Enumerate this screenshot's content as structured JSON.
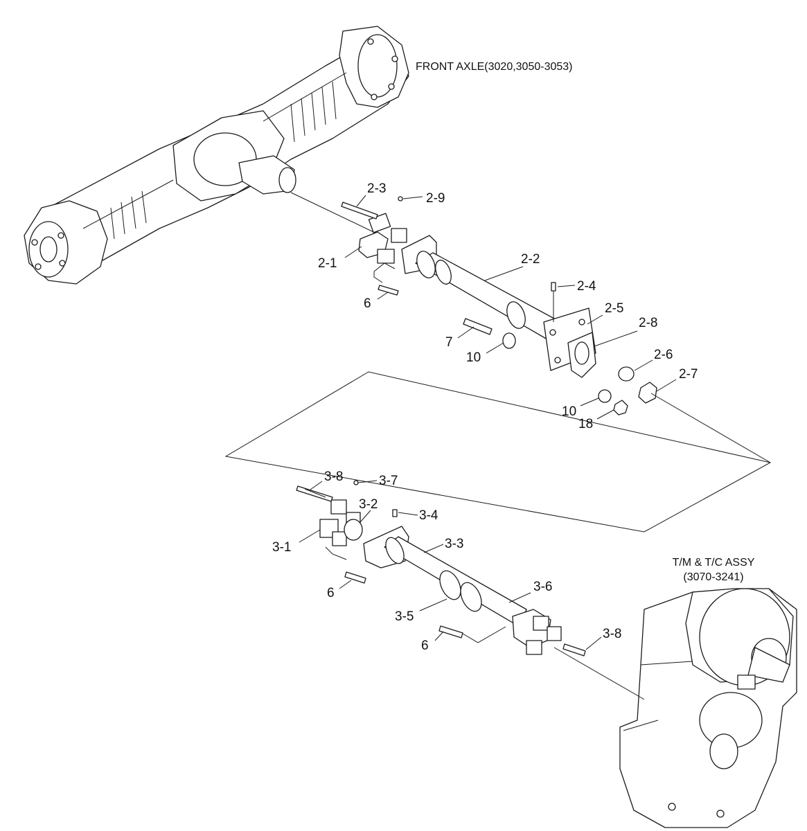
{
  "assemblies": {
    "front_axle": "FRONT AXLE(3020,3050-3053)",
    "tm_tc_line1": "T/M & T/C ASSY",
    "tm_tc_line2": "(3070-3241)"
  },
  "callouts": {
    "c2_3": "2-3",
    "c2_9": "2-9",
    "c2_1": "2-1",
    "c2_2": "2-2",
    "c2_4": "2-4",
    "c2_5": "2-5",
    "c2_8": "2-8",
    "c2_6": "2-6",
    "c2_7": "2-7",
    "c6_a": "6",
    "c7": "7",
    "c10_a": "10",
    "c10_b": "10",
    "c18": "18",
    "c3_8a": "3-8",
    "c3_7": "3-7",
    "c3_2": "3-2",
    "c3_4": "3-4",
    "c3_1": "3-1",
    "c3_3": "3-3",
    "c6_b": "6",
    "c3_6": "3-6",
    "c3_5": "3-5",
    "c6_c": "6",
    "c3_8b": "3-8"
  }
}
